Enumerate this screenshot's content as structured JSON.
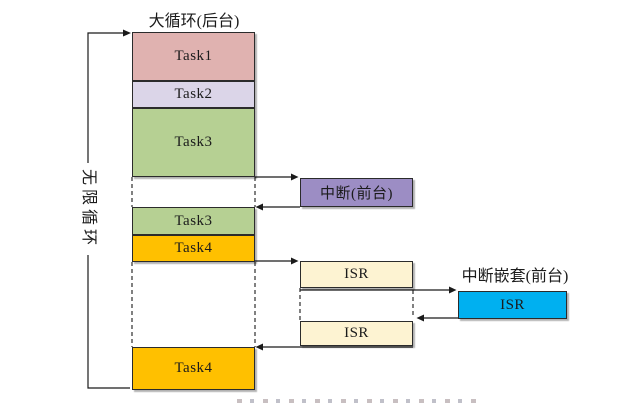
{
  "diagram": {
    "title": "大循环(后台)",
    "loop_label": "无限循环",
    "main_column": {
      "segments": [
        {
          "label": "Task1"
        },
        {
          "label": "Task2"
        },
        {
          "label": "Task3"
        },
        {
          "label": "Task3"
        },
        {
          "label": "Task4"
        },
        {
          "label": "Task4"
        }
      ]
    },
    "foreground": {
      "interrupt_label": "中断(前台)",
      "isr_top_label": "ISR",
      "isr_bottom_label": "ISR",
      "nested_title": "中断嵌套(前台)",
      "nested_isr_label": "ISR"
    },
    "colors": {
      "task1_fill": "#e0b2b0",
      "task2_fill": "#dbd5e8",
      "task3_fill": "#b6d093",
      "task4_fill": "#ffc000",
      "interrupt_fill": "#9c8dc4",
      "isr_fill": "#fdf3d2",
      "nested_isr_fill": "#00b0f0",
      "line_color": "#1a1a1a"
    }
  }
}
